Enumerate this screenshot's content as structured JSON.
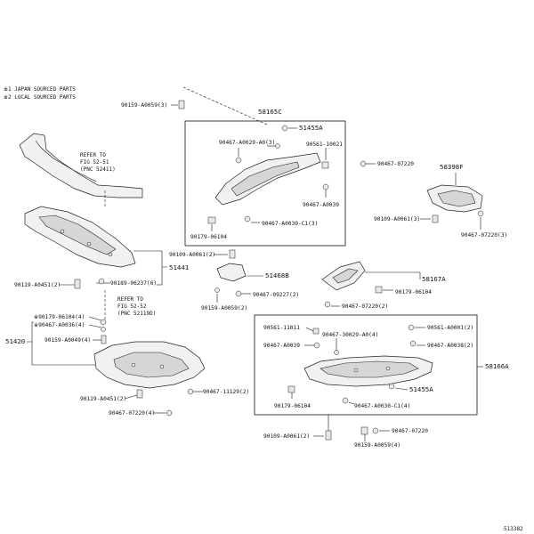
{
  "legend": {
    "line1": "※1 JAPAN SOURCED PARTS",
    "line2": "※2 LOCAL SOURCED PARTS"
  },
  "refs": {
    "ref1": [
      "REFER TO",
      "FIG 52-51",
      "(PNC 52411)"
    ],
    "ref2": [
      "REFER TO",
      "FIG 52-52",
      "(PNC 52119D)"
    ]
  },
  "labels": {
    "l_90159_a0059_3": "90159-A0059(3)",
    "l_58165c": "58165C",
    "l_51455a_top": "51455A",
    "l_90467_a0029_a0_3": "90467-A0029-A0(3)",
    "l_90561_10021": "90561-10021",
    "l_90467_07220": "90467-07220",
    "l_58398f": "58398F",
    "l_90467_a0039_top": "90467-A0039",
    "l_90467_a0030_c1_3": "90467-A0030-C1(3)",
    "l_90179_06104_top": "90179-06104",
    "l_90109_a0061_3": "90109-A0061(3)",
    "l_90467_07220_3": "90467-07220(3)",
    "l_51441": "51441",
    "l_90109_a0061_2_mid": "90109-A0061(2)",
    "l_51468b": "51468B",
    "l_90119_a0451_2_left": "90119-A0451(2)",
    "l_90189_06237_6": "90189-06237(6)",
    "l_58167a": "58167A",
    "l_90179_06104_mid": "90179-06104",
    "l_90467_09227_2": "90467-09227(2)",
    "l_90159_a0059_2": "90159-A0059(2)",
    "l_90467_07220_2": "90467-07220(2)",
    "l_90179_06104_4": "※90179-06104(4)",
    "l_90467_a0036_4": "※90467-A0036(4)",
    "l_51420": "51420",
    "l_90159_a0049_4": "90159-A0049(4)",
    "l_90119_a0451_2_bot": "90119-A0451(2)",
    "l_90467_11129_2": "90467-11129(2)",
    "l_90467_07220_4": "90467-07220(4)",
    "l_90561_11011": "90561-11011",
    "l_90467_30029_a0_4": "90467-30029-A0(4)",
    "l_90561_a0001_2": "90561-A0001(2)",
    "l_90467_a0039_bot": "90467-A0039",
    "l_90467_a0038_2": "90467-A0038(2)",
    "l_58166a": "58166A",
    "l_51455a_bot": "51455A",
    "l_90179_06104_bot": "90179-06104",
    "l_90467_a0030_c1_4": "90467-A0030-C1(4)",
    "l_90467_07220_bot": "90467-07220",
    "l_90109_a0061_2_bot": "90109-A0061(2)",
    "l_90159_a0059_4": "90159-A0059(4)",
    "l_corner_code": "513382"
  }
}
